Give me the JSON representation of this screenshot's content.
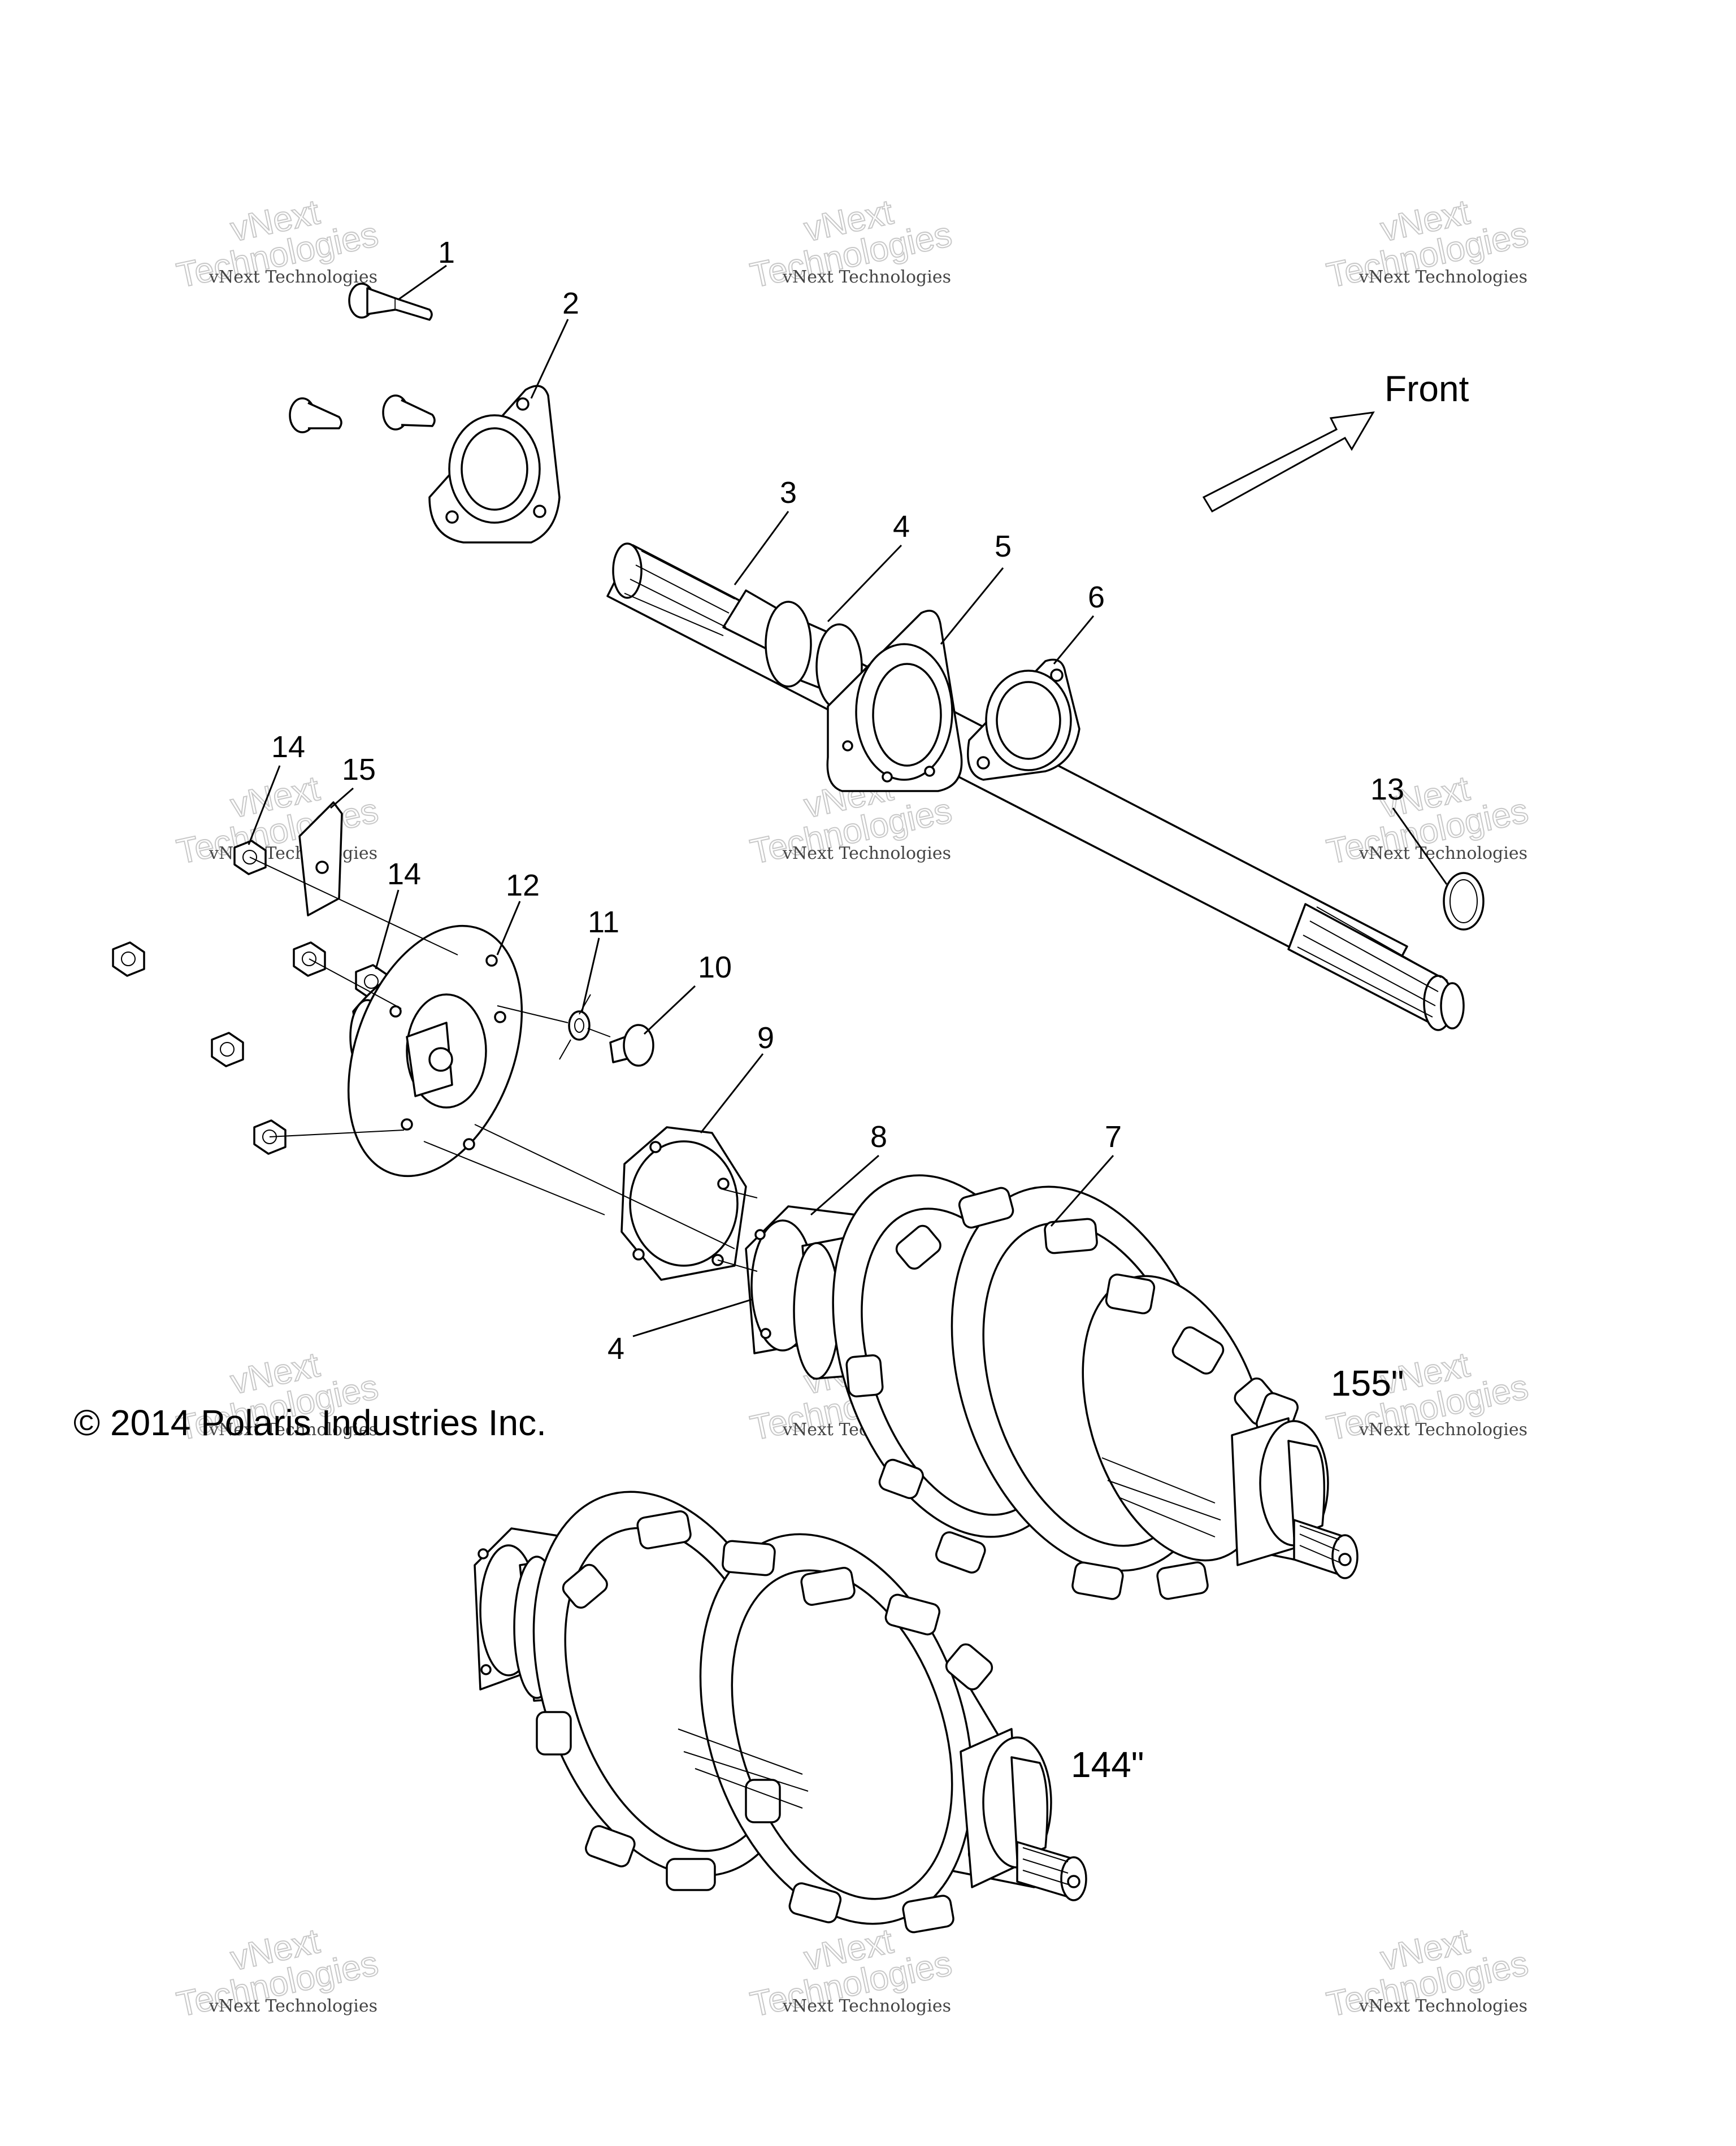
{
  "callouts": [
    "1",
    "2",
    "3",
    "4",
    "5",
    "6",
    "13",
    "14",
    "15",
    "14",
    "12",
    "11",
    "10",
    "9",
    "8",
    "7",
    "4"
  ],
  "front_label": "Front",
  "variant_155": "155\"",
  "variant_144": "144\"",
  "copyright": "© 2014 Polaris Industries Inc.",
  "watermark": {
    "line1": "vNext Technologies",
    "line2": "vNext",
    "line3": "Technologies"
  }
}
